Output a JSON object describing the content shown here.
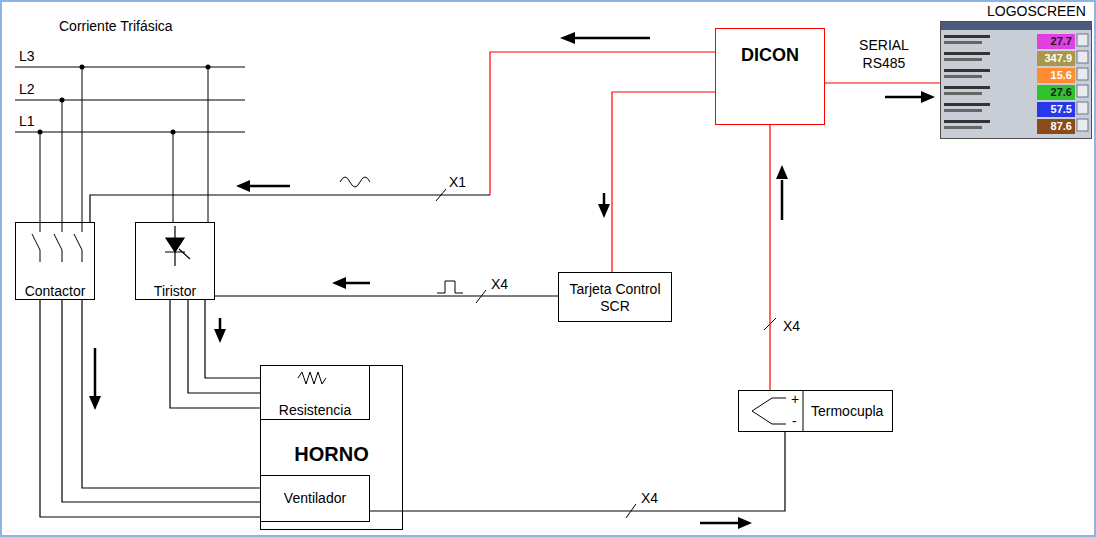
{
  "diagram": {
    "nodes": [
      {
        "text": [
          "DICON"
        ]
      },
      {
        "text": [
          "LOGOSCREEN",
          "27.7",
          "347.9",
          "15.6",
          "27.6",
          "57.5",
          "87.6"
        ]
      },
      {
        "text": [
          "Contactor"
        ]
      },
      {
        "text": [
          "Tiristor"
        ]
      },
      {
        "text": [
          "Tarjeta Control SCR"
        ]
      },
      {
        "text": [
          "HORNO"
        ]
      },
      {
        "text": [
          "Resistencia"
        ],
        "in": 5
      },
      {
        "text": [
          "Ventilador"
        ],
        "in": 5
      },
      {
        "text": [
          "Termocupla",
          "+",
          "-"
        ]
      }
    ],
    "edges": [
      {
        "from": 0,
        "to": 2,
        "label": "X1",
        "arrow": "none"
      },
      {
        "from": 0,
        "to": 4,
        "arrow": "none"
      },
      {
        "from": 4,
        "to": 3,
        "label": "X4",
        "arrow": "none"
      },
      {
        "from": 7,
        "to": 8,
        "label": "X4",
        "arrow": "none"
      },
      {
        "from": 8,
        "to": 0,
        "label": "X4",
        "arrow": "none"
      },
      {
        "from": 0,
        "to": 1,
        "label": "SERIAL RS485",
        "arrow": "none"
      },
      {
        "from": 2,
        "to": 7,
        "arrow": "none"
      },
      {
        "from": 2,
        "to": 7,
        "arrow": "none"
      },
      {
        "from": 2,
        "to": 7,
        "arrow": "none"
      },
      {
        "from": 3,
        "to": 6,
        "arrow": "none"
      },
      {
        "from": 3,
        "to": 6,
        "arrow": "none"
      },
      {
        "from": 3,
        "to": 6,
        "arrow": "none"
      }
    ],
    "labels": [
      "Corriente Trifásica",
      "L3",
      "L2",
      "L1"
    ]
  }
}
